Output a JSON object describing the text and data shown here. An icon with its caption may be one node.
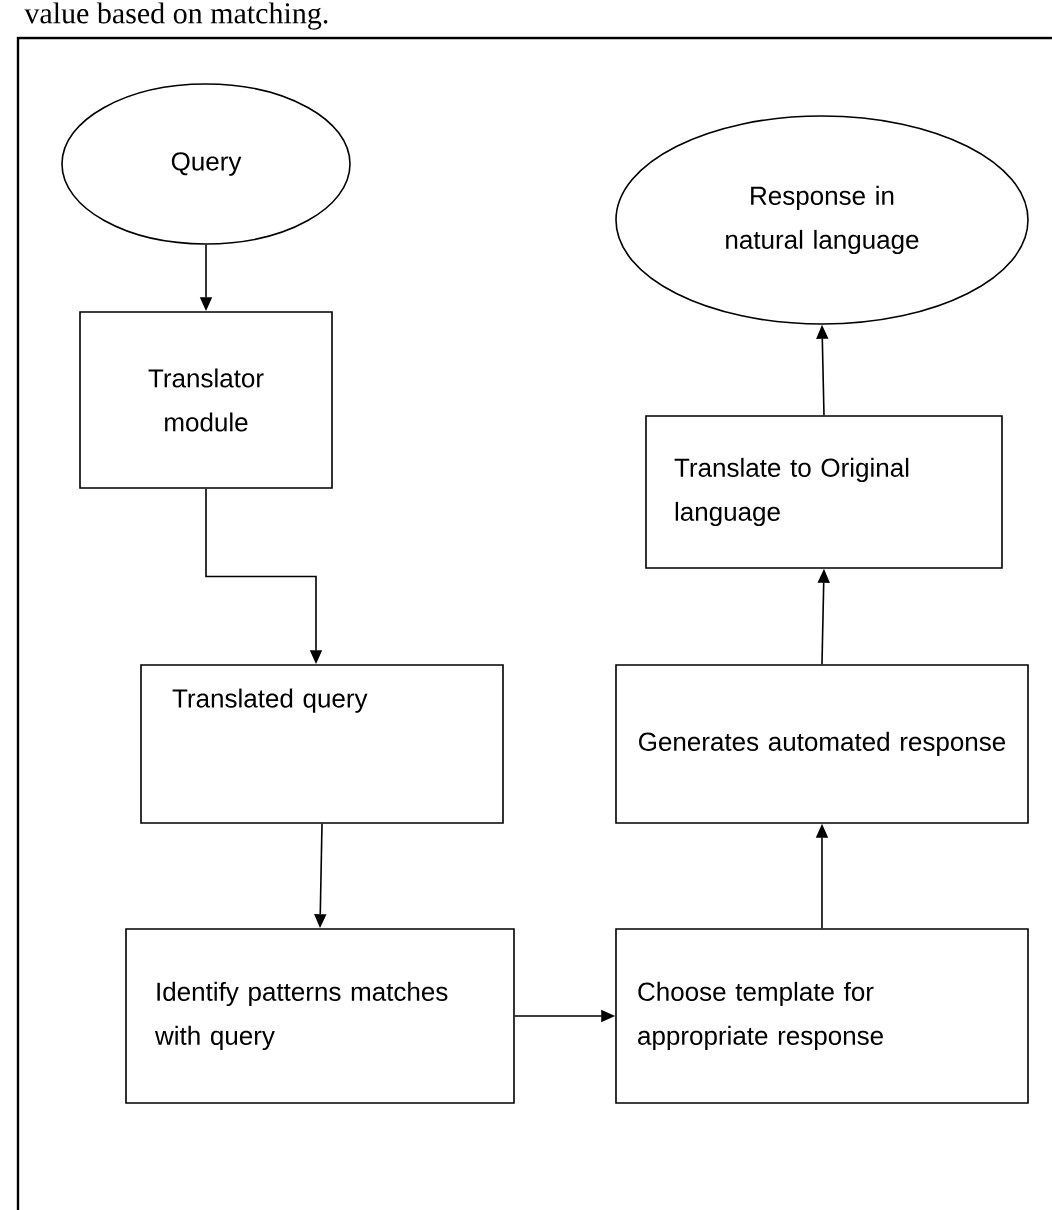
{
  "diagram": {
    "nodes": [
      {
        "text": [
          "Query"
        ]
      },
      {
        "text": [
          "Translator module"
        ]
      },
      {
        "text": [
          "Translated query"
        ]
      },
      {
        "text": [
          "Identify patterns matches with query"
        ]
      },
      {
        "text": [
          "Choose template for appropriate response"
        ]
      },
      {
        "text": [
          "Generates automated response"
        ]
      },
      {
        "text": [
          "Translate to Original language"
        ]
      },
      {
        "text": [
          "Response in natural language"
        ]
      }
    ],
    "edges": [
      {
        "from": 0,
        "to": 1,
        "arrow": "to"
      },
      {
        "from": 1,
        "to": 2,
        "arrow": "to"
      },
      {
        "from": 2,
        "to": 3,
        "arrow": "to"
      },
      {
        "from": 3,
        "to": 4,
        "arrow": "to"
      },
      {
        "from": 4,
        "to": 5,
        "arrow": "to"
      },
      {
        "from": 5,
        "to": 6,
        "arrow": "to"
      },
      {
        "from": 6,
        "to": 7,
        "arrow": "to"
      }
    ],
    "labels": [
      "value based on matching."
    ]
  }
}
